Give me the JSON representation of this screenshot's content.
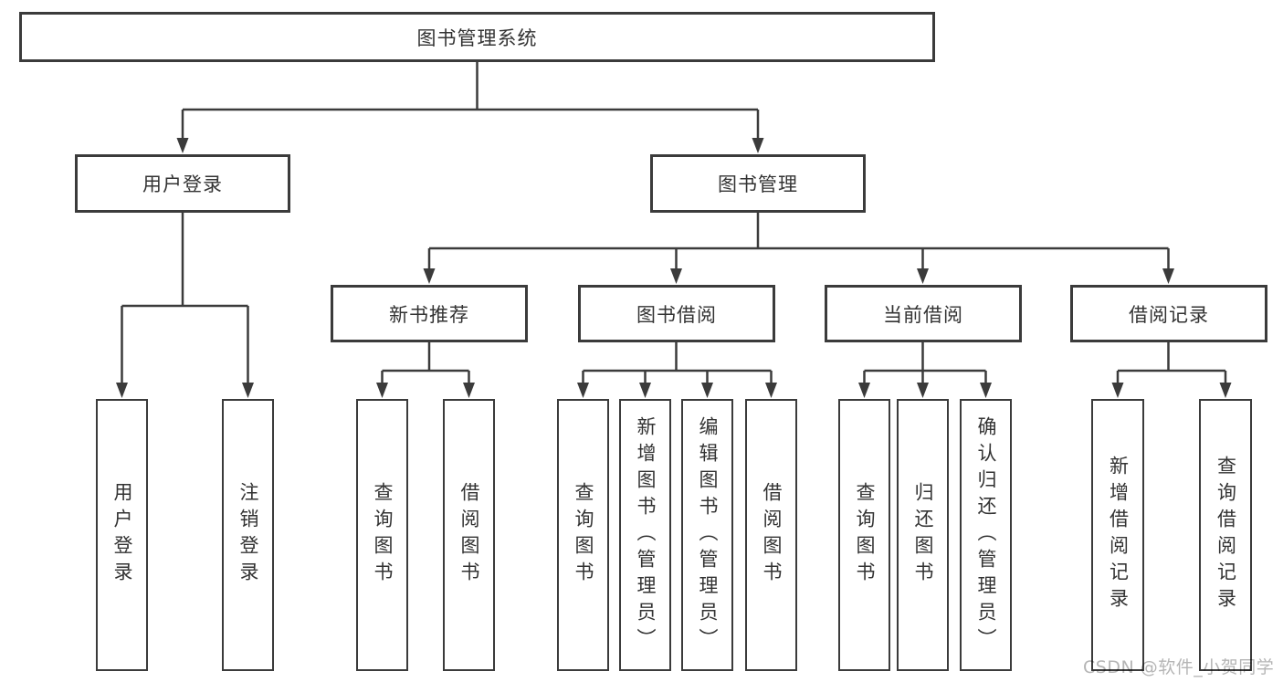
{
  "tree": {
    "label": "图书管理系统",
    "children": [
      {
        "label": "用户登录",
        "children": [
          {
            "label": "用户登录"
          },
          {
            "label": "注销登录"
          }
        ]
      },
      {
        "label": "图书管理",
        "children": [
          {
            "label": "新书推荐",
            "children": [
              {
                "label": "查询图书"
              },
              {
                "label": "借阅图书"
              }
            ]
          },
          {
            "label": "图书借阅",
            "children": [
              {
                "label": "查询图书"
              },
              {
                "label": "新增图书（管理员）"
              },
              {
                "label": "编辑图书（管理员）"
              },
              {
                "label": "借阅图书"
              }
            ]
          },
          {
            "label": "当前借阅",
            "children": [
              {
                "label": "查询图书"
              },
              {
                "label": "归还图书"
              },
              {
                "label": "确认归还（管理员）"
              }
            ]
          },
          {
            "label": "借阅记录",
            "children": [
              {
                "label": "新增借阅记录"
              },
              {
                "label": "查询借阅记录"
              }
            ]
          }
        ]
      }
    ]
  },
  "watermark": "CSDN @软件_小贺同学",
  "colors": {
    "line": "#3b3b3b",
    "box_border": "#3b3b3b",
    "box_fill": "#ffffff",
    "text": "#333333",
    "watermark": "#b5b5b5",
    "background": "#ffffff"
  }
}
